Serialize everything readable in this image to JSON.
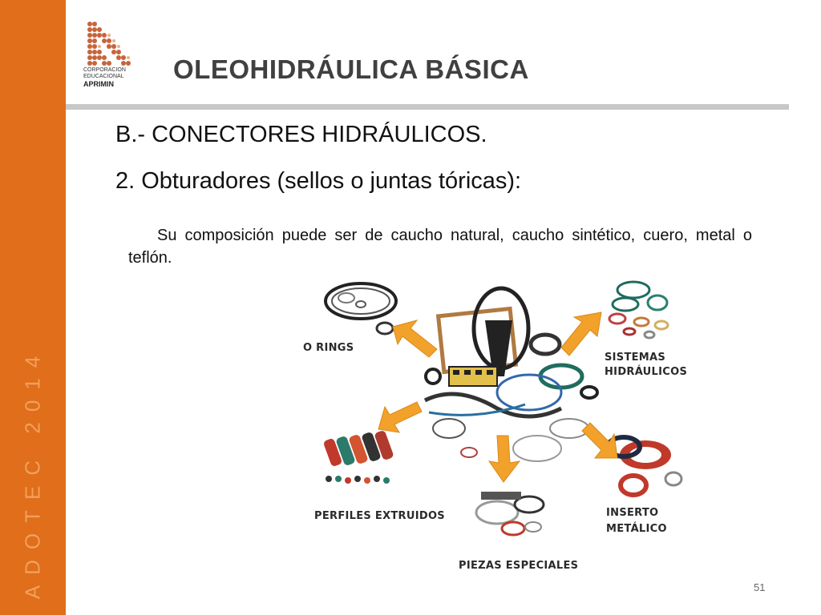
{
  "sidebar": {
    "text": "ADOTEC 2014"
  },
  "logo": {
    "line1": "CORPORACION",
    "line2": "EDUCACIONAL",
    "brand": "APRIMIN"
  },
  "header": {
    "title": "OLEOHIDRÁULICA BÁSICA"
  },
  "content": {
    "section_title": "B.- CONECTORES HIDRÁULICOS.",
    "sub_title": "2.  Obturadores (sellos o juntas tóricas):",
    "body": "Su composición puede ser de caucho natural, caucho sintético, cuero, metal o teflón."
  },
  "figure": {
    "labels": {
      "o_rings": "O RINGS",
      "sistemas_1": "SISTEMAS",
      "sistemas_2": "HIDRÁULICOS",
      "perfiles": "PERFILES EXTRUIDOS",
      "piezas": "PIEZAS ESPECIALES",
      "inserto_1": "INSERTO",
      "inserto_2": "METÁLICO"
    },
    "arrow_color": "#f2a12a"
  },
  "footer": {
    "page_number": "51"
  },
  "colors": {
    "sidebar": "#e06e1a",
    "divider": "#c8c8c8",
    "title": "#404040"
  }
}
